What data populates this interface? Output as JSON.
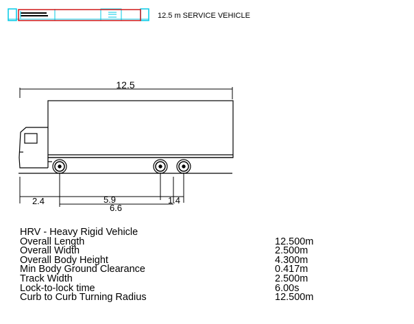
{
  "header": {
    "title": "12.5 m  SERVICE VEHICLE"
  },
  "dimensions": {
    "overall_length": "12.5",
    "front_overhang": "2.4",
    "wheelbase_to_first_rear": "5.9",
    "wheelbase": "6.6",
    "rear_axle_spacing": "1.4"
  },
  "specs": {
    "vehicle_class": "HRV - Heavy Rigid Vehicle",
    "rows": [
      {
        "label": "Overall Length",
        "value": "12.500m"
      },
      {
        "label": "Overall Width",
        "value": "2.500m"
      },
      {
        "label": "Overall Body Height",
        "value": "4.300m"
      },
      {
        "label": "Min Body Ground Clearance",
        "value": "0.417m"
      },
      {
        "label": "Track Width",
        "value": "2.500m"
      },
      {
        "label": "Lock-to-lock time",
        "value": "6.00s"
      },
      {
        "label": "Curb to Curb Turning Radius",
        "value": "12.500m"
      }
    ]
  },
  "colors": {
    "plan_outline": "#00c8e6",
    "plan_body": "#d01818",
    "line": "#000000"
  }
}
